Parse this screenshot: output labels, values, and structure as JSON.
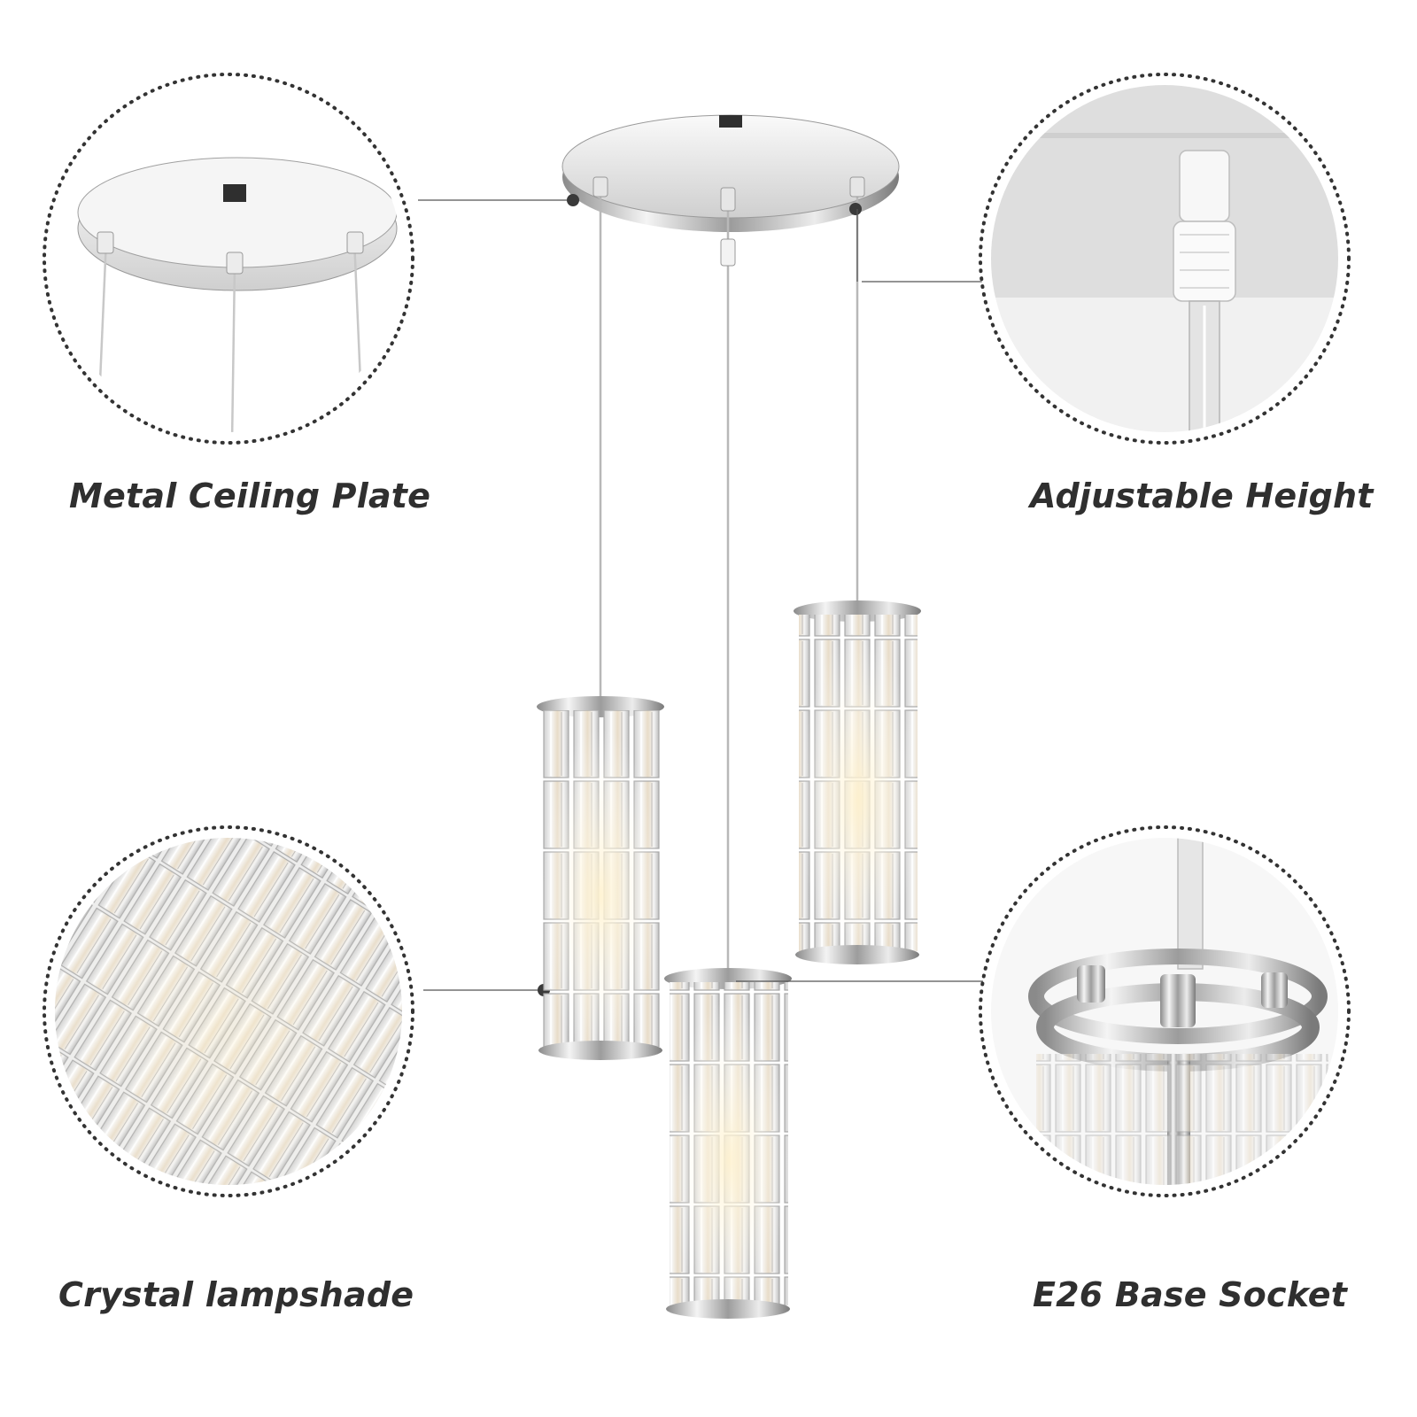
{
  "features": {
    "ceiling_plate": "Metal Ceiling Plate",
    "adjustable_height": "Adjustable Height",
    "crystal_lampshade": "Crystal lampshade",
    "base_socket": "E26 Base Socket"
  },
  "colors": {
    "background": "#ffffff",
    "label_text": "#2f2f2f",
    "chrome_light": "#f2f2f2",
    "chrome_dark": "#6b6b6b",
    "callout_line": "#444444",
    "dotted_border": "#3a3a3a"
  }
}
